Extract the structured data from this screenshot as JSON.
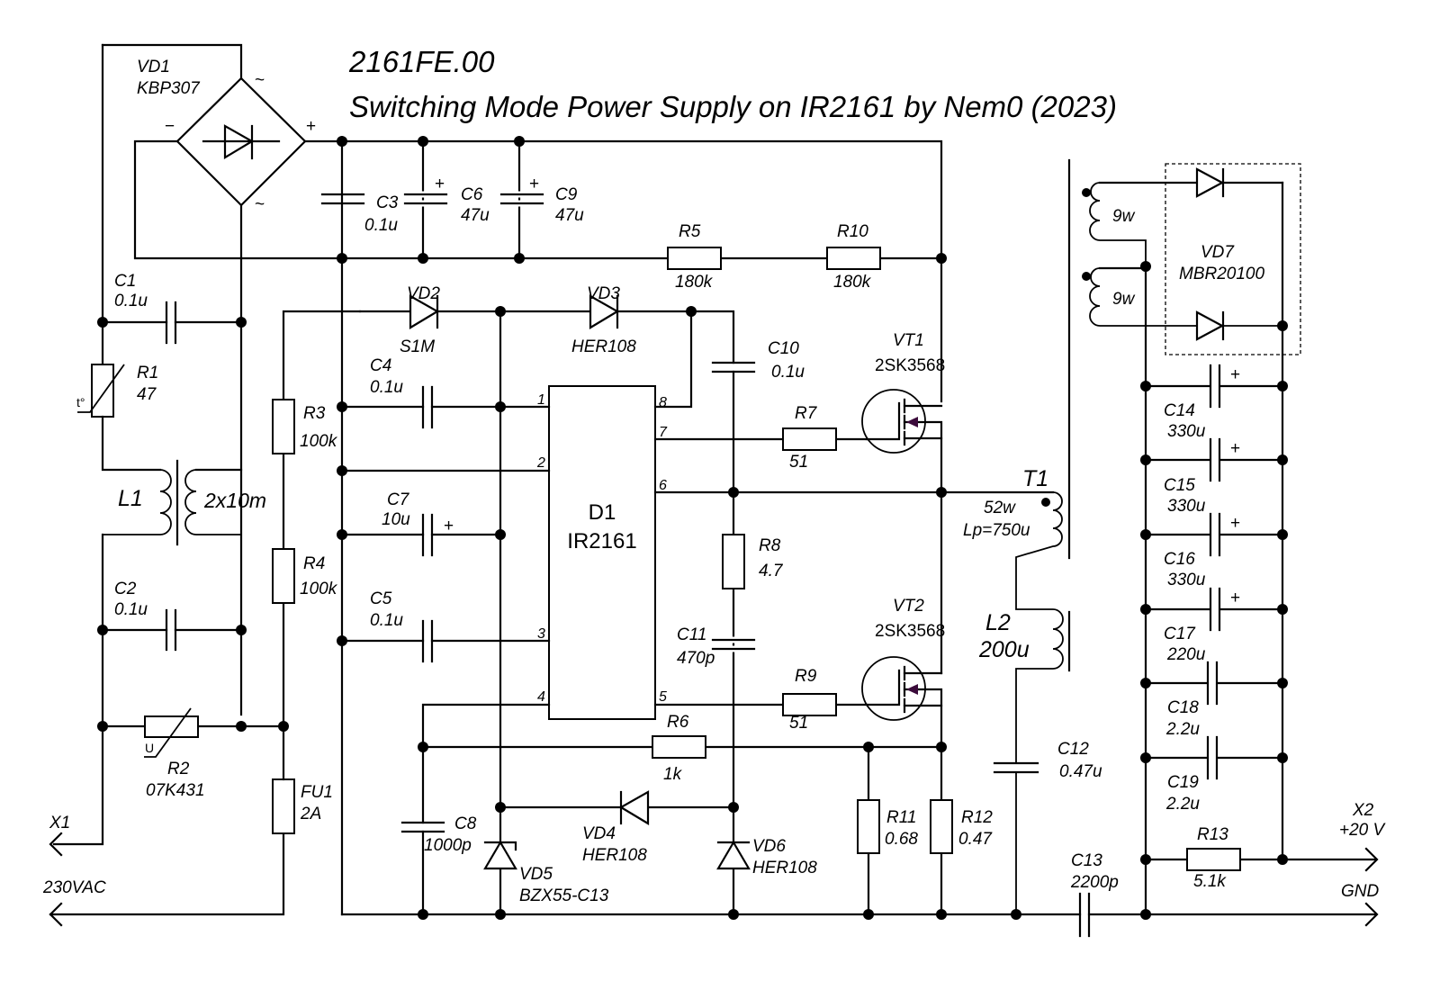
{
  "title": {
    "code": "2161FE.00",
    "subtitle": "Switching Mode Power Supply on IR2161 by Nem0 (2023)"
  },
  "components": {
    "VD1": {
      "ref": "VD1",
      "value": "KBP307",
      "minus": "−",
      "plus": "+",
      "ac": "~"
    },
    "C1": {
      "ref": "C1",
      "value": "0.1u"
    },
    "C2": {
      "ref": "C2",
      "value": "0.1u"
    },
    "C3": {
      "ref": "C3",
      "value": "0.1u"
    },
    "C4": {
      "ref": "C4",
      "value": "0.1u"
    },
    "C5": {
      "ref": "C5",
      "value": "0.1u"
    },
    "C6": {
      "ref": "C6",
      "value": "47u"
    },
    "C7": {
      "ref": "C7",
      "value": "10u"
    },
    "C8": {
      "ref": "C8",
      "value": "1000p"
    },
    "C9": {
      "ref": "C9",
      "value": "47u"
    },
    "C10": {
      "ref": "C10",
      "value": "0.1u"
    },
    "C11": {
      "ref": "C11",
      "value": "470p"
    },
    "C12": {
      "ref": "C12",
      "value": "0.47u"
    },
    "C13": {
      "ref": "C13",
      "value": "2200p"
    },
    "C14": {
      "ref": "C14",
      "value": "330u"
    },
    "C15": {
      "ref": "C15",
      "value": "330u"
    },
    "C16": {
      "ref": "C16",
      "value": "330u"
    },
    "C17": {
      "ref": "C17",
      "value": "220u"
    },
    "C18": {
      "ref": "C18",
      "value": "2.2u"
    },
    "C19": {
      "ref": "C19",
      "value": "2.2u"
    },
    "R1": {
      "ref": "R1",
      "value": "47",
      "mark": "t°"
    },
    "R2": {
      "ref": "R2",
      "value": "07K431",
      "mark": "U"
    },
    "R3": {
      "ref": "R3",
      "value": "100k"
    },
    "R4": {
      "ref": "R4",
      "value": "100k"
    },
    "R5": {
      "ref": "R5",
      "value": "180k"
    },
    "R6": {
      "ref": "R6",
      "value": "1k"
    },
    "R7": {
      "ref": "R7",
      "value": "51"
    },
    "R8": {
      "ref": "R8",
      "value": "4.7"
    },
    "R9": {
      "ref": "R9",
      "value": "51"
    },
    "R10": {
      "ref": "R10",
      "value": "180k"
    },
    "R11": {
      "ref": "R11",
      "value": "0.68"
    },
    "R12": {
      "ref": "R12",
      "value": "0.47"
    },
    "R13": {
      "ref": "R13",
      "value": "5.1k"
    },
    "VD2": {
      "ref": "VD2",
      "value": "S1M"
    },
    "VD3": {
      "ref": "VD3",
      "value": "HER108"
    },
    "VD4": {
      "ref": "VD4",
      "value": "HER108"
    },
    "VD5": {
      "ref": "VD5",
      "value": "BZX55-C13"
    },
    "VD6": {
      "ref": "VD6",
      "value": "HER108"
    },
    "VD7": {
      "ref": "VD7",
      "value": "MBR20100"
    },
    "VT1": {
      "ref": "VT1",
      "value": "2SK3568"
    },
    "VT2": {
      "ref": "VT2",
      "value": "2SK3568"
    },
    "L1": {
      "ref": "L1",
      "value": "2x10m"
    },
    "L2": {
      "ref": "L2",
      "value": "200u"
    },
    "T1": {
      "ref": "T1",
      "primary_turns": "52w",
      "primary_inductance": "Lp=750u",
      "secondary1_turns": "9w",
      "secondary2_turns": "9w"
    },
    "FU1": {
      "ref": "FU1",
      "value": "2A"
    },
    "D1": {
      "ref": "D1",
      "value": "IR2161",
      "pins": [
        "1",
        "2",
        "3",
        "4",
        "5",
        "6",
        "7",
        "8"
      ]
    },
    "X1": {
      "ref": "X1",
      "value": "230VAC"
    },
    "X2": {
      "ref": "X2",
      "value": "+20 V",
      "gnd": "GND"
    }
  },
  "plus_sign": "+"
}
